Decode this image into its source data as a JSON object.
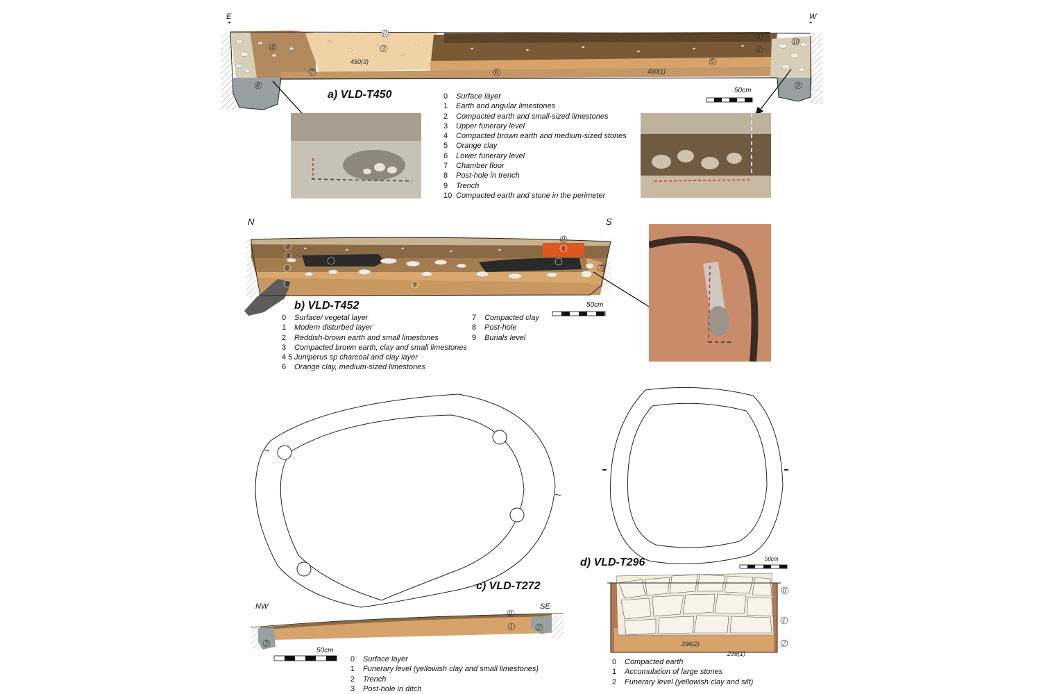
{
  "panels": {
    "a": {
      "title": "a) VLD-T450",
      "orient_left": "E",
      "orient_right": "W",
      "scale": "50cm",
      "labels": {
        "l1": "450(3)",
        "l2": "450(1)"
      },
      "legend": [
        {
          "n": "0",
          "t": "Surface layer"
        },
        {
          "n": "1",
          "t": "Earth and angular limestones"
        },
        {
          "n": "2",
          "t": "Compacted earth and small-sized limestones"
        },
        {
          "n": "3",
          "t": "Upper funerary level"
        },
        {
          "n": "4",
          "t": "Compacted brown earth and medium-sized stones"
        },
        {
          "n": "5",
          "t": "Orange clay"
        },
        {
          "n": "6",
          "t": "Lower funerary level"
        },
        {
          "n": "7",
          "t": "Chamber floor"
        },
        {
          "n": "8",
          "t": "Post-hole in trench"
        },
        {
          "n": "9",
          "t": "Trench"
        },
        {
          "n": "10",
          "t": "Compacted earth and stone in the perimeter"
        }
      ]
    },
    "b": {
      "title": "b) VLD-T452",
      "orient_left": "N",
      "orient_right": "S",
      "scale": "50cm",
      "legend_left": [
        {
          "n": "0",
          "t": "Surface/ vegetal layer"
        },
        {
          "n": "1",
          "t": "Modern disturbed layer"
        },
        {
          "n": "2",
          "t": "Reddish-brown earth and small limestones"
        },
        {
          "n": "3",
          "t": "Compacted brown earth, clay and small limestones"
        },
        {
          "n": "4 5",
          "t": "Juniperus sp charcoal and clay layer"
        },
        {
          "n": "6",
          "t": "Orange clay, medium-sized limestones"
        }
      ],
      "legend_right": [
        {
          "n": "7",
          "t": "Compacted clay"
        },
        {
          "n": "8",
          "t": "Post-hole"
        },
        {
          "n": "9",
          "t": "Burials level"
        }
      ]
    },
    "c": {
      "title": "c) VLD-T272",
      "orient_left": "NW",
      "orient_right": "SE",
      "scale": "50cm",
      "legend": [
        {
          "n": "0",
          "t": "Surface layer"
        },
        {
          "n": "1",
          "t": "Funerary level (yellowish clay and small limestones)"
        },
        {
          "n": "2",
          "t": "Trench"
        },
        {
          "n": "3",
          "t": "Post-hole in ditch"
        }
      ]
    },
    "d": {
      "title": "d) VLD-T296",
      "scale": "50cm",
      "labels": {
        "l1": "296(2)",
        "l2": "296(1)"
      },
      "legend": [
        {
          "n": "0",
          "t": "Compacted earth"
        },
        {
          "n": "1",
          "t": "Accumulation of large stones"
        },
        {
          "n": "2",
          "t": "Funerary level (yellowish clay and silt)"
        }
      ]
    }
  },
  "colors": {
    "dark_brown": "#7a5a35",
    "mid_brown": "#9b7a4e",
    "light_tan": "#e9c89a",
    "orange_clay": "#d6a46a",
    "grey_posthole": "#9aa0a0",
    "charcoal": "#2a2a2a",
    "red_layer": "#e0561f",
    "stone": "#f1ebdd"
  }
}
